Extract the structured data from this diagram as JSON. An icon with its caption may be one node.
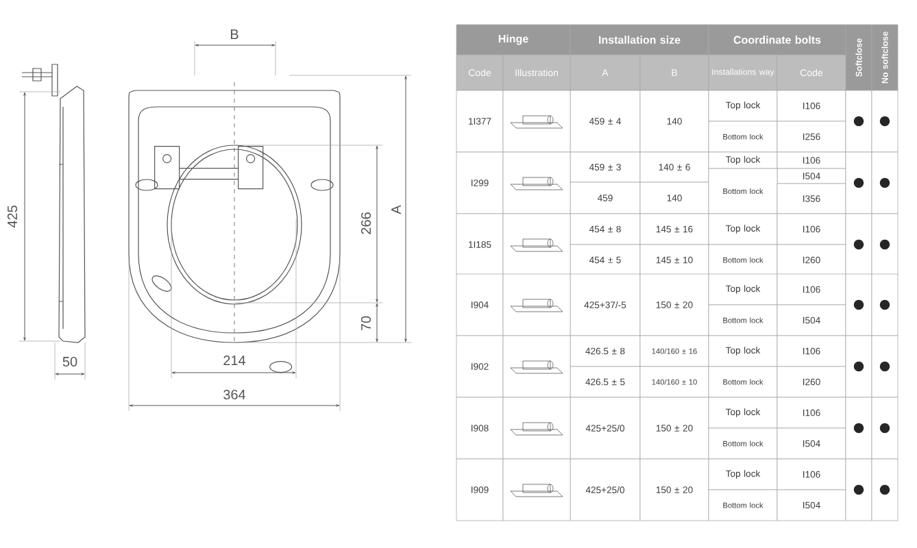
{
  "diagram": {
    "labels": [
      "B",
      "425",
      "266",
      "A",
      "70",
      "50",
      "214",
      "364",
      "Hinge",
      "Installation size",
      "Coordinate bolts",
      "Softclose",
      "No softclose",
      "Code",
      "Illustration",
      "A",
      "B",
      "Installations way",
      "Code",
      "1I377",
      "459 ± 4",
      "140",
      "Top lock",
      "I106",
      "Bottom lock",
      "I256",
      "I299",
      "459 ± 3",
      "140 ± 6",
      "Top lock",
      "I106",
      "I504",
      "459",
      "140",
      "Bottom lock",
      "I356",
      "1I185",
      "454 ± 8",
      "145 ± 16",
      "Top lock",
      "I106",
      "454 ± 5",
      "145 ± 10",
      "Bottom lock",
      "I260",
      "I904",
      "425+37/-5",
      "150 ± 20",
      "Top lock",
      "I106",
      "Bottom lock",
      "I504",
      "I902",
      "426.5 ± 8",
      "140/160 ± 16",
      "Top lock",
      "I106",
      "426.5 ± 5",
      "140/160 ± 10",
      "Bottom lock",
      "I260",
      "I908",
      "425+25/0",
      "150 ± 20",
      "Top lock",
      "I106",
      "Bottom lock",
      "I504",
      "I909",
      "425+25/0",
      "150 ± 20",
      "Top lock",
      "I106",
      "Bottom lock",
      "I504"
    ]
  }
}
